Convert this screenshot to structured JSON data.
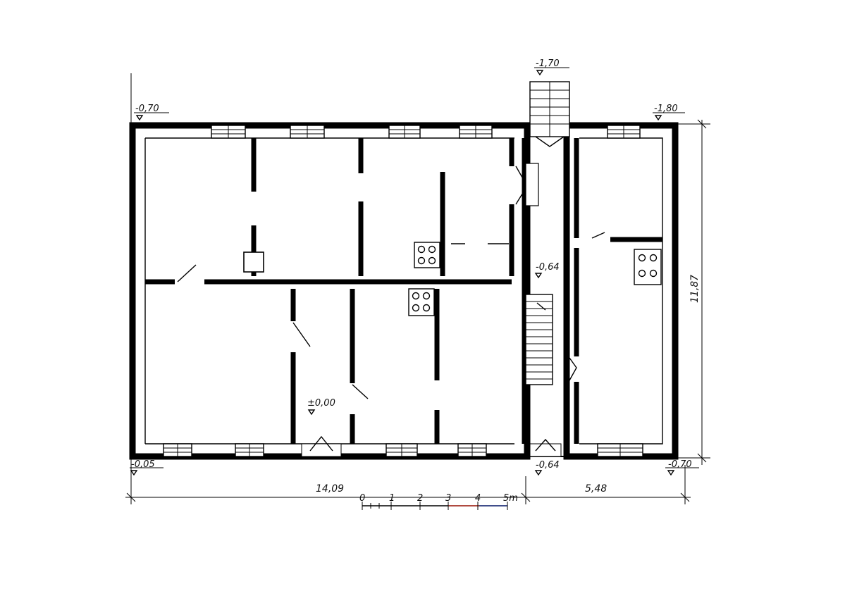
{
  "levels": {
    "top_left": "-0,70",
    "stair_top": "-1,70",
    "top_right": "-1,80",
    "corridor": "-0,64",
    "floor": "±0,00",
    "bottom_left": "-0,05",
    "bottom_corridor": "-0,64",
    "bottom_right": "-0,70"
  },
  "dimensions": {
    "main_width": "14,09",
    "wing_width": "5,48",
    "depth": "11,87"
  },
  "scale_bar": {
    "ticks": [
      "0",
      "1",
      "2",
      "3",
      "4",
      "5m"
    ]
  }
}
